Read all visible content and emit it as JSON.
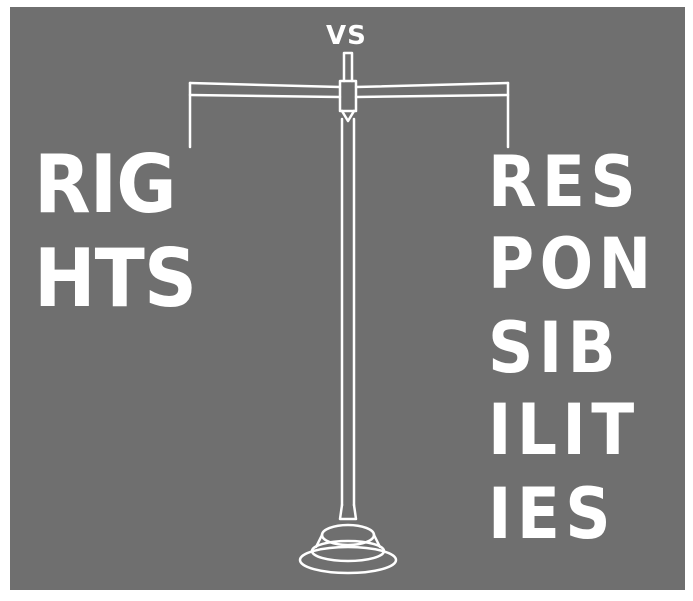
{
  "scale": {
    "top_label": "VS"
  },
  "left_pan": {
    "lines": [
      "RIG",
      "HTS"
    ]
  },
  "right_pan": {
    "lines": [
      "RES",
      "PON",
      "SIB",
      "ILIT",
      "IES"
    ]
  },
  "colors": {
    "background": "#6f6f6f",
    "chalk": "#ffffff",
    "frame": "#ffffff"
  },
  "icons": {
    "balance": "balance-scale-icon"
  }
}
